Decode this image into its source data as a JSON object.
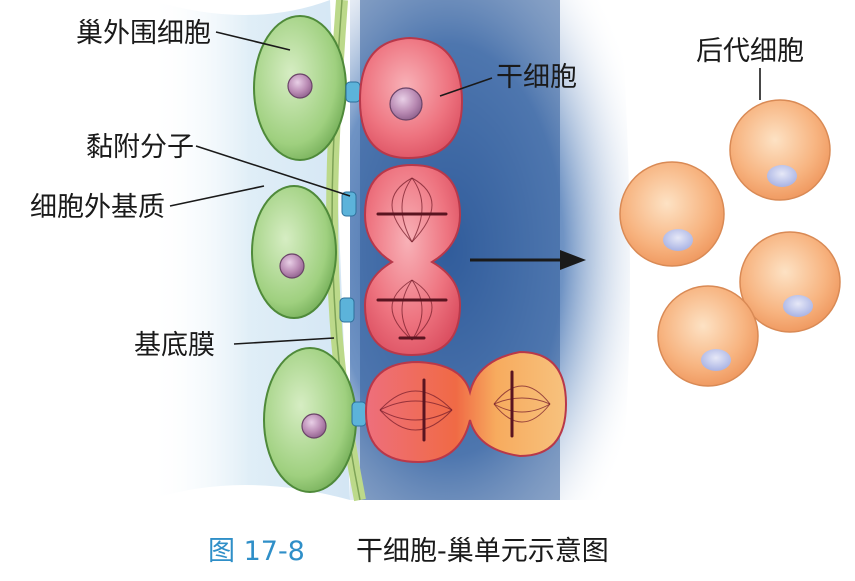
{
  "labels": {
    "niche_cell": "巢外围细胞",
    "stem_cell": "干细胞",
    "adhesion_molecule": "黏附分子",
    "ecm": "细胞外基质",
    "basement_membrane": "基底膜",
    "progeny_cells": "后代细胞"
  },
  "caption": {
    "number": "图 17-8",
    "text": "干细胞-巢单元示意图"
  },
  "colors": {
    "niche_cell_fill": "#a9d58c",
    "niche_cell_edge": "#4f8a3a",
    "stem_cell_fill": "#ec6e7a",
    "stem_cell_edge": "#b8384a",
    "progeny_fill": "#f6a977",
    "membrane": "#cfe3a4",
    "niche_bg": "#3f6aa6",
    "caption_blue": "#2f8fc8"
  }
}
